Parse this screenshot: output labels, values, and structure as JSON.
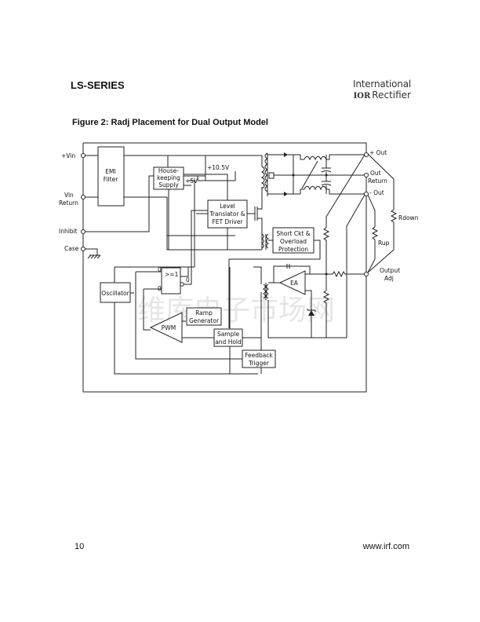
{
  "header": {
    "series": "LS-SERIES",
    "logo_line1": "International",
    "logo_mark": "IOR",
    "logo_line2": "Rectifier"
  },
  "figure": {
    "title": "Figure 2: Radj Placement for Dual Output Model",
    "pins_left": [
      "+Vin",
      "Vin",
      "Return",
      "Inhibit",
      "Case"
    ],
    "pins_right": [
      "+ Out",
      "Out",
      "Return",
      "- Out",
      "Output",
      "Adj"
    ],
    "blocks": {
      "emi_filter": [
        "EMI",
        "Filter"
      ],
      "housekeeping": [
        "House-",
        "keeping",
        "Supply"
      ],
      "level_translator": [
        "Level",
        "Translator &",
        "FET Driver"
      ],
      "short_ckt": [
        "Short Ckt &",
        "Overload",
        "Protection"
      ],
      "oscillator": "Oscillator",
      "gate": ">=1",
      "ramp": [
        "Ramp",
        "Generator"
      ],
      "pwm": "PWM",
      "sample_hold": [
        "Sample",
        "and Hold"
      ],
      "feedback": [
        "Feedback",
        "Trigger"
      ],
      "ea": "EA"
    },
    "labels": {
      "v10_5": "+10.5V",
      "v5": "+5V",
      "rdown": "Rdown",
      "rup": "Rup",
      "gate_in1": "0",
      "gate_in2": "0",
      "gate_out": "0"
    },
    "watermark": "维库电子市场网"
  },
  "footer": {
    "page": "10",
    "url": "www.irf.com"
  }
}
